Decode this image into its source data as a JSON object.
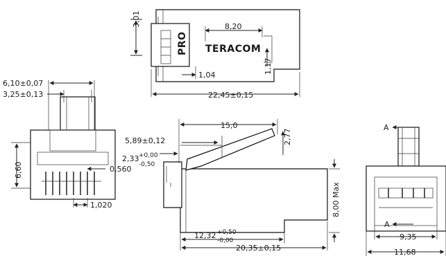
{
  "top_view": {
    "brand_label": "TERACOM",
    "pro_label": "PRO",
    "dim_height": "3,01",
    "dim_offset": "8,20",
    "dim_small": "1,04",
    "dim_side": "1,17",
    "dim_length": "22,45±0,15"
  },
  "front_view": {
    "dim_width": "6,10±0,07",
    "dim_tab": "3,25±0,13",
    "dim_height": "6,60",
    "dim_pitch": "0,560",
    "dim_contacts": "1,020"
  },
  "side_view": {
    "dim_latch": "15,0",
    "dim_latch_height": "2,77",
    "dim_tip": "5,89±0,12",
    "dim_offset_value": "2,33",
    "dim_offset_plus": "+0,00",
    "dim_offset_minus": "-0,50",
    "dim_max": "8,00 Max",
    "dim_body_value": "12,32",
    "dim_body_plus": "+0,50",
    "dim_body_minus": "-0,00",
    "dim_total": "20,35±0,15"
  },
  "rear_view": {
    "section_mark_top": "A",
    "section_mark_bottom": "A",
    "dim_inner": "9,35",
    "dim_outer": "11,68"
  }
}
